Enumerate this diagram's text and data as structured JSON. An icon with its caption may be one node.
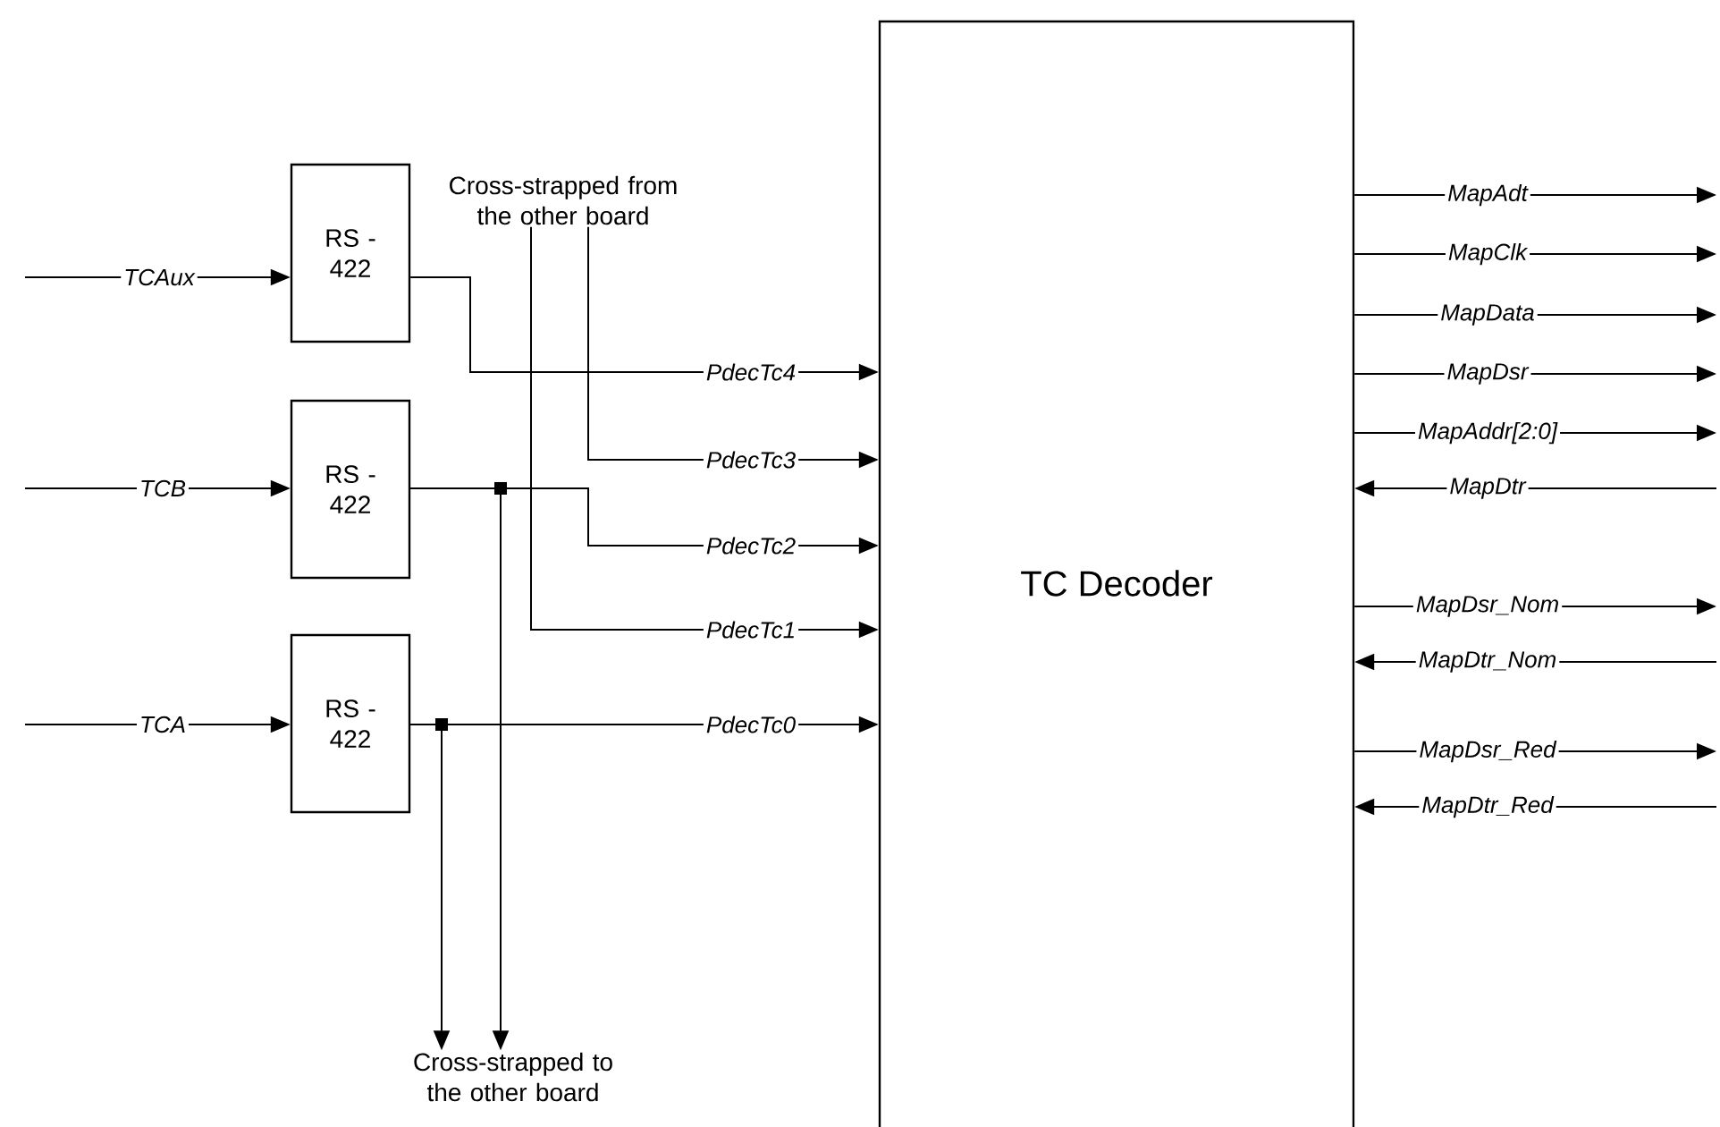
{
  "diagram": {
    "nodes": [
      {
        "text": [
          "RS - 422"
        ]
      },
      {
        "text": [
          "RS - 422"
        ]
      },
      {
        "text": [
          "RS - 422"
        ]
      },
      {
        "text": [
          "TC Decoder"
        ]
      },
      {
        "text": [
          "Cross-strapped from the other board"
        ]
      },
      {
        "text": [
          "Cross-strapped to the other board"
        ]
      }
    ],
    "edges": [
      {
        "from": null,
        "to": 0,
        "arrow": "to",
        "label": "TCAux"
      },
      {
        "from": null,
        "to": 1,
        "arrow": "to",
        "label": "TCB"
      },
      {
        "from": null,
        "to": 2,
        "arrow": "to",
        "label": "TCA"
      },
      {
        "from": 0,
        "to": 3,
        "arrow": "to",
        "label": "PdecTc4"
      },
      {
        "from": 4,
        "to": 3,
        "arrow": "to",
        "label": "PdecTc3"
      },
      {
        "from": 1,
        "to": 3,
        "arrow": "to",
        "label": "PdecTc2"
      },
      {
        "from": 4,
        "to": 3,
        "arrow": "to",
        "label": "PdecTc1"
      },
      {
        "from": 2,
        "to": 3,
        "arrow": "to",
        "label": "PdecTc0"
      },
      {
        "from": 1,
        "to": 5,
        "arrow": "to"
      },
      {
        "from": 2,
        "to": 5,
        "arrow": "to"
      },
      {
        "from": 3,
        "to": null,
        "arrow": "to",
        "label": "MapAdt"
      },
      {
        "from": 3,
        "to": null,
        "arrow": "to",
        "label": "MapClk"
      },
      {
        "from": 3,
        "to": null,
        "arrow": "to",
        "label": "MapData"
      },
      {
        "from": 3,
        "to": null,
        "arrow": "to",
        "label": "MapDsr"
      },
      {
        "from": 3,
        "to": null,
        "arrow": "to",
        "label": "MapAddr[2:0]"
      },
      {
        "from": null,
        "to": 3,
        "arrow": "to",
        "label": "MapDtr"
      },
      {
        "from": 3,
        "to": null,
        "arrow": "to",
        "label": "MapDsr_Nom"
      },
      {
        "from": null,
        "to": 3,
        "arrow": "to",
        "label": "MapDtr_Nom"
      },
      {
        "from": 3,
        "to": null,
        "arrow": "to",
        "label": "MapDsr_Red"
      },
      {
        "from": null,
        "to": 3,
        "arrow": "to",
        "label": "MapDtr_Red"
      }
    ]
  }
}
